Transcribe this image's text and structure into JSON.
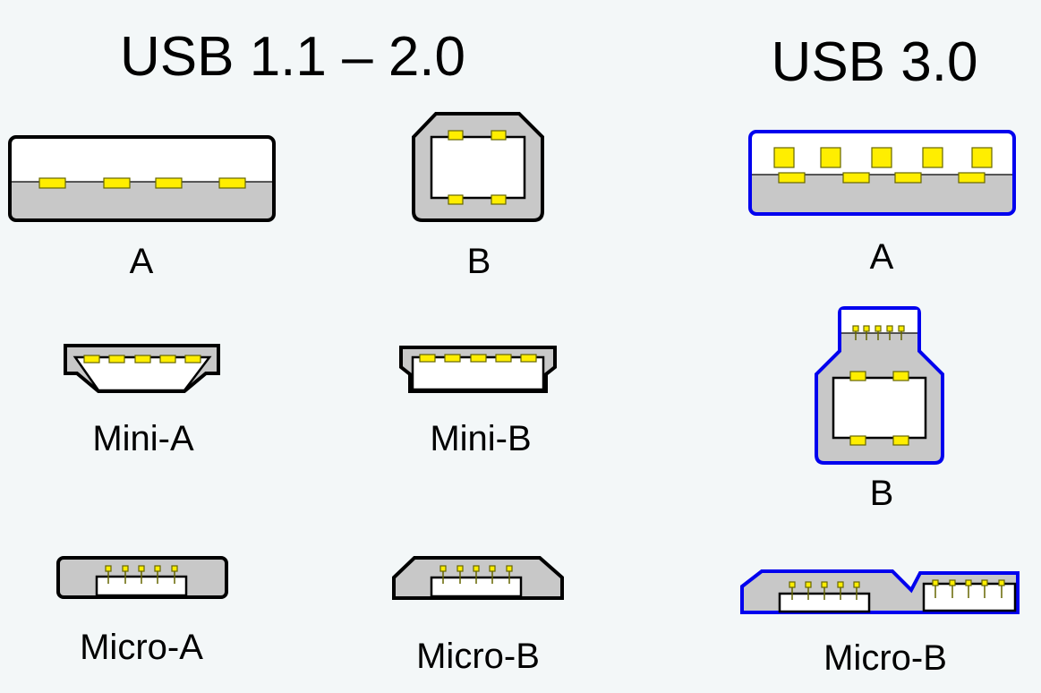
{
  "headings": {
    "usb2": "USB 1.1 – 2.0",
    "usb3": "USB 3.0"
  },
  "labels": {
    "usb2_a": "A",
    "usb2_b": "B",
    "usb2_mini_a": "Mini-A",
    "usb2_mini_b": "Mini-B",
    "usb2_micro_a": "Micro-A",
    "usb2_micro_b": "Micro-B",
    "usb3_a": "A",
    "usb3_b": "B",
    "usb3_micro_b": "Micro-B"
  },
  "colors": {
    "background": "#f3f7f8",
    "housing_fill": "#c8c8c8",
    "usb2_outline": "#000000",
    "usb3_outline": "#0000ee",
    "contact": "#ffee00",
    "cavity": "#ffffff"
  }
}
